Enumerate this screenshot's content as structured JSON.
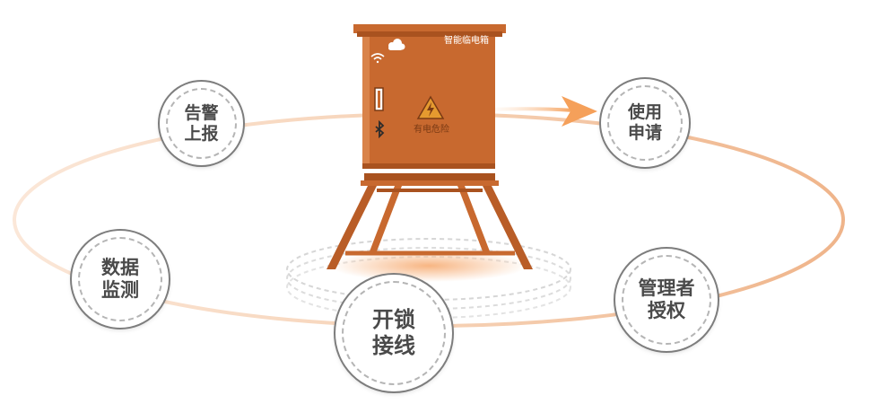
{
  "cabinet": {
    "title": "智能临电箱",
    "warning_text": "有电危险",
    "icons": [
      "cloud-icon",
      "wifi-icon",
      "bluetooth-icon",
      "high-voltage-warning-icon"
    ]
  },
  "cycle": [
    {
      "key": "alert",
      "line1": "告警",
      "line2": "上报"
    },
    {
      "key": "apply",
      "line1": "使用",
      "line2": "申请"
    },
    {
      "key": "data",
      "line1": "数据",
      "line2": "监测"
    },
    {
      "key": "unlock",
      "line1": "开锁",
      "line2": "接线"
    },
    {
      "key": "admin",
      "line1": "管理者",
      "line2": "授权"
    }
  ],
  "colors": {
    "cabinet": "#c8692f",
    "cabinet_dark": "#a9521f",
    "cabinet_light": "#d9834a",
    "ring": "#f3c7a6",
    "arrow": "#f5a05a",
    "node_border": "#7d7d7d",
    "node_text": "#4a4a4a"
  }
}
